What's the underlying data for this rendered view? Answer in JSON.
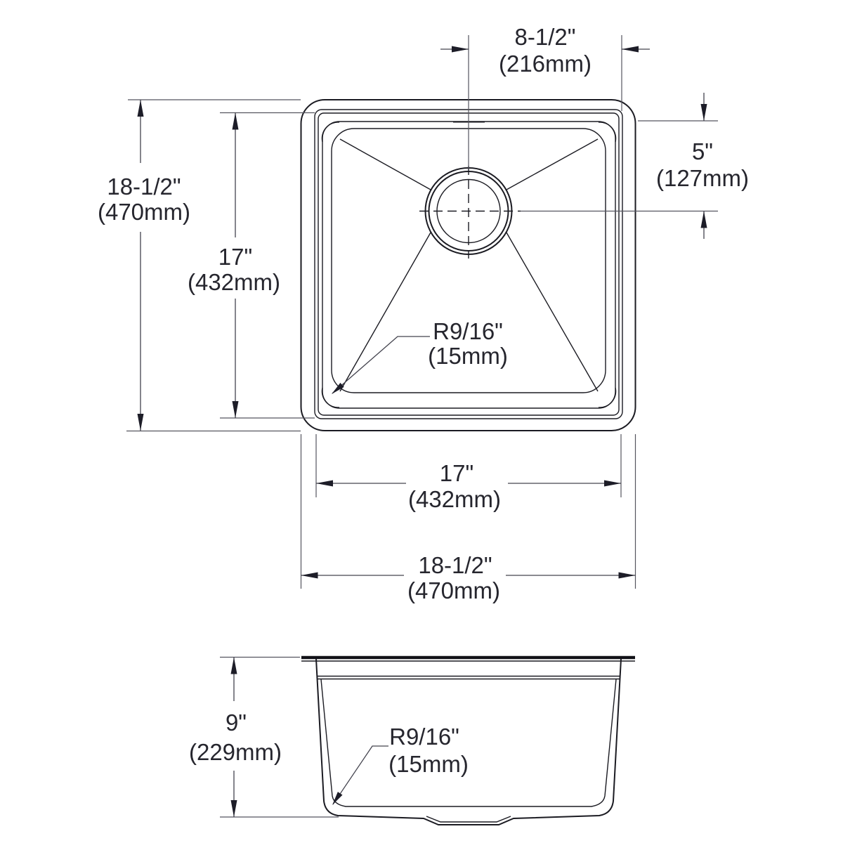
{
  "drawing_title": "Single-bowl undermount sink dimensional drawing",
  "dims": {
    "drain_offset": {
      "in": "8-1/2\"",
      "mm": "(216mm)"
    },
    "drain_depth": {
      "in": "5\"",
      "mm": "(127mm)"
    },
    "overall_height": {
      "in": "18-1/2\"",
      "mm": "(470mm)"
    },
    "bowl_height": {
      "in": "17\"",
      "mm": "(432mm)"
    },
    "bowl_width": {
      "in": "17\"",
      "mm": "(432mm)"
    },
    "overall_width": {
      "in": "18-1/2\"",
      "mm": "(470mm)"
    },
    "corner_radius_plan": {
      "r": "R9/16\"",
      "mm": "(15mm)"
    },
    "depth": {
      "in": "9\"",
      "mm": "(229mm)"
    },
    "corner_radius_side": {
      "r": "R9/16\"",
      "mm": "(15mm)"
    }
  }
}
